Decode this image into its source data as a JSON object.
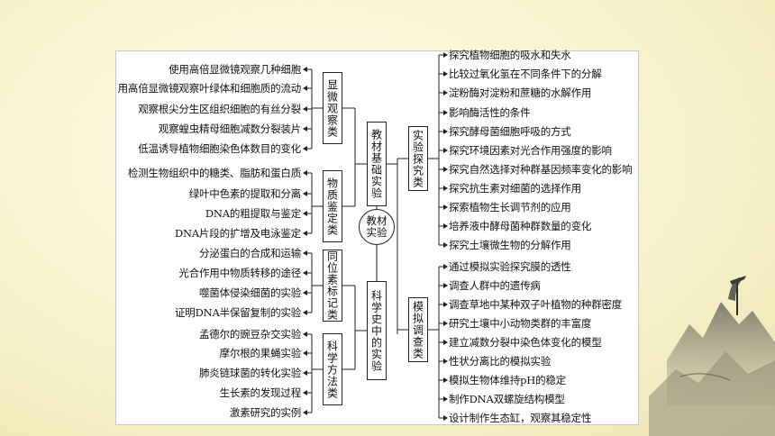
{
  "center": "教材实验",
  "categories": {
    "teaching": "教材基础实验",
    "history": "科学史中的实验",
    "explore": "实验探究类",
    "simulate": "模拟调查类",
    "micro": "显微观察类",
    "material": "物质鉴定类",
    "isotope": "同位素标记类",
    "method": "科学方法类"
  },
  "micro_items": [
    "使用高倍显微镜观察几种细胞",
    "用高倍显微镜观察叶绿体和细胞质的流动",
    "观察根尖分生区组织细胞的有丝分裂",
    "观察蝗虫精母细胞减数分裂装片",
    "低温诱导植物细胞染色体数目的变化"
  ],
  "material_items": [
    "检测生物组织中的糖类、脂肪和蛋白质",
    "绿叶中色素的提取和分离",
    "DNA的粗提取与鉴定",
    "DNA片段的扩增及电泳鉴定"
  ],
  "isotope_items": [
    "分泌蛋白的合成和运输",
    "光合作用中物质转移的途径",
    "噬菌体侵染细菌的实验",
    "证明DNA半保留复制的实验"
  ],
  "method_items": [
    "孟德尔的豌豆杂交实验",
    "摩尔根的果蝇实验",
    "肺炎链球菌的转化实验",
    "生长素的发现过程",
    "激素研究的实例"
  ],
  "explore_items": [
    "探究植物细胞的吸水和失水",
    "比较过氧化氢在不同条件下的分解",
    "淀粉酶对淀粉和蔗糖的水解作用",
    "影响酶活性的条件",
    "探究酵母菌细胞呼吸的方式",
    "探究环境因素对光合作用强度的影响",
    "探究自然选择对种群基因频率变化的影响",
    "探究抗生素对细菌的选择作用",
    "探索植物生长调节剂的应用",
    "培养液中酵母菌种群数量的变化",
    "探究土壤微生物的分解作用"
  ],
  "simulate_items": [
    "通过模拟实验探究膜的透性",
    "调查人群中的遗传病",
    "调查草地中某种双子叶植物的种群密度",
    "研究土壤中小动物类群的丰富度",
    "建立减数分裂中染色体变化的模型",
    "性状分离比的模拟实验",
    "模拟生物体维持pH的稳定",
    "制作DNA双螺旋结构模型",
    "设计制作生态缸，观察其稳定性"
  ]
}
